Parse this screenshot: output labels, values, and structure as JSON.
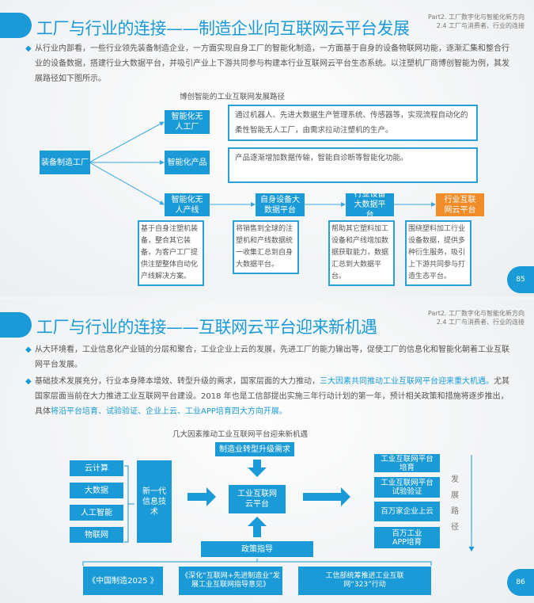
{
  "slide1": {
    "title": "工厂与行业的连接——制造企业向互联网云平台发展",
    "header_part": "Part2. 工厂数字化与智能化新方向",
    "header_section": "2.4   工厂与消费者、行业的连接",
    "bullet": "从行业内部看，一些行业领先装备制造企业，一方面实现自身工厂的智能化制造，一方面基于自身的设备物联网功能，逐渐汇集和整合行业的设备数据，搭建行业大数据平台，并吸引产业上下游共同参与构建本行业互联网云平台生态系统。以注塑机厂商博创智能为例，其发展路径如下图所示。",
    "caption": "博创智能的工业互联网发展路径",
    "root": "装备制造工厂",
    "branch1": "智能化无人工厂",
    "branch1_desc": "通过机器人、先进大数据生产管理系统、传感器等，实现流程自动化的柔性智能无人工厂，由需求拉动注塑机的生产。",
    "branch2": "智能化产品",
    "branch2_desc": "产品逐渐增加数据传输，智能自诊断等智能化功能。",
    "chain": [
      {
        "label": "智能化无人产线",
        "desc": "基于自身注塑机装备，整合其它装备，为客户工厂提供注塑整体自动化产线解决方案。"
      },
      {
        "label": "自身设备大数据平台",
        "desc": "将销售到全球的注塑机和产线数据统一收集汇总到自身大数据平台。"
      },
      {
        "label": "行业设备大数据平台",
        "desc": "帮助其它塑料加工设备和产线增加数据获取能力，数据汇总到大数据平台。"
      },
      {
        "label": "行业互联网云平台",
        "desc": "围绕塑料加工行业设备数据，提供多种衍生服务，吸引上下游共同参与打造生态平台。"
      }
    ],
    "page": "85"
  },
  "slide2": {
    "title": "工厂与行业的连接——互联网云平台迎来新机遇",
    "header_part": "Part2. 工厂数字化与智能化新方向",
    "header_section": "2.4   工厂与消费者、行业的连接",
    "bullet1": "从大环境看，工业信息化产业链的分层和聚合，工业企业上云的发展，先进工厂的能力输出等，促使工厂的信息化和智能化朝着工业互联网平台发展。",
    "bullet2_a": "基础技术发展充分，行业本身降本增效、转型升级的需求，国家层面的大力推动，",
    "bullet2_hl1": "三大因素共同推动工业互联网平台迎来重大机遇。",
    "bullet2_b": "尤其国家层面当前在大力推进工业互联网平台建设。2018 年也是工信部提出实施三年行动计划的第一年，预计相关政策和措施将逐步推出，具体",
    "bullet2_hl2": "将沿平台培育、试验验证、企业上云、工业APP培育四大方向开展。",
    "caption": "几大因素推动工业互联网平台迎来新机遇",
    "demand": "制造业转型升级需求",
    "techs": [
      "云计算",
      "大数据",
      "人工智能",
      "物联网"
    ],
    "new_it": "新一代信息技术",
    "center": "工业互联网云平台",
    "policy": "政策指导",
    "policies": [
      "《中国制造2025 》",
      "《深化“互联网+先进制造业”发展工业互联网指导意见》",
      "工信部统筹推进工业互联网“323”行动"
    ],
    "paths": [
      "工业互联网平台培育",
      "工业互联网平台试验验证",
      "百万家企业上云",
      "百万工业APP培育"
    ],
    "path_label": "发展路径",
    "page": "86"
  }
}
